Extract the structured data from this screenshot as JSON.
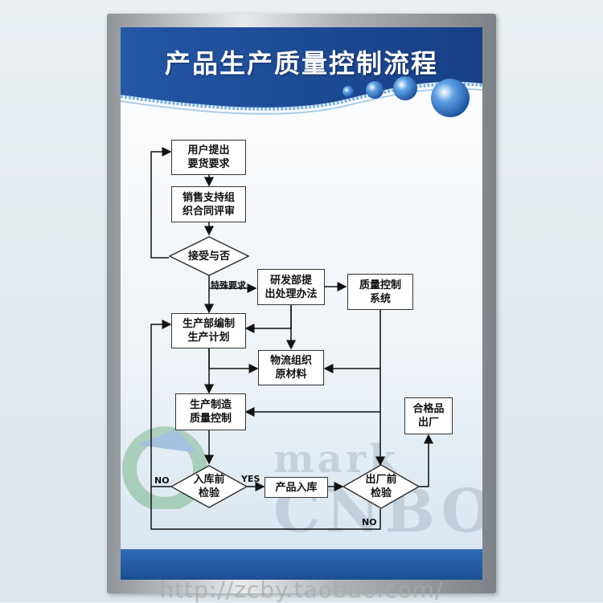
{
  "poster": {
    "title": "产品生产质量控制流程",
    "colors": {
      "header_blue": "#1f4f9a",
      "frame": "#b0b4b8",
      "bottom_bar": "#2f6bb6"
    }
  },
  "flow": {
    "nodes": {
      "user_request": "用户提出\n要货要求",
      "sales_review": "销售支持组\n织合同评审",
      "accept": "接受与否",
      "rd_proposal": "研发部提\n出处理办法",
      "qc_system": "质量控制\n系统",
      "production_plan": "生产部编制\n生产计划",
      "logistics": "物流组织\n原材料",
      "manufacturing": "生产制造\n质量控制",
      "qualified": "合格品\n出厂",
      "inbound_check": "入库前\n检验",
      "warehousing": "产品入库",
      "outbound_check": "出厂前\n检验"
    },
    "edges": {
      "special": "特殊要求",
      "yes": "YES",
      "no_left": "NO",
      "no_bottom": "NO"
    }
  },
  "watermark": {
    "mark": "mark",
    "brand": "CNBO",
    "url": "http://zcby.taobao.com/"
  }
}
